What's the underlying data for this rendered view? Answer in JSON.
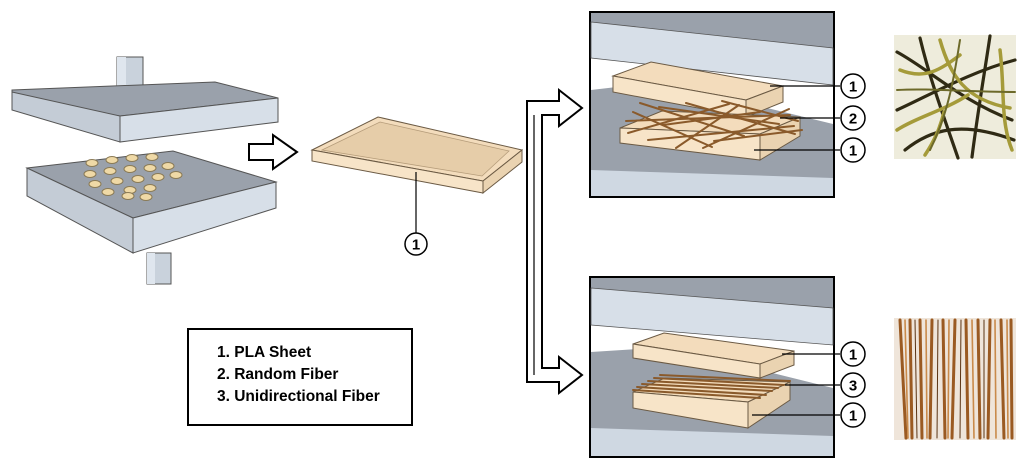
{
  "legend": {
    "items": [
      "1. PLA Sheet",
      "2. Random Fiber",
      "3. Unidirectional Fiber"
    ]
  },
  "markers": {
    "pla_sheet": "1",
    "random_fiber": "2",
    "unidirectional_fiber": "3"
  },
  "colors": {
    "steel_top": "#9aa1ab",
    "steel_side": "#cfd8e2",
    "pla": "#f3dcbc",
    "fiber": "#8a5a2b"
  }
}
